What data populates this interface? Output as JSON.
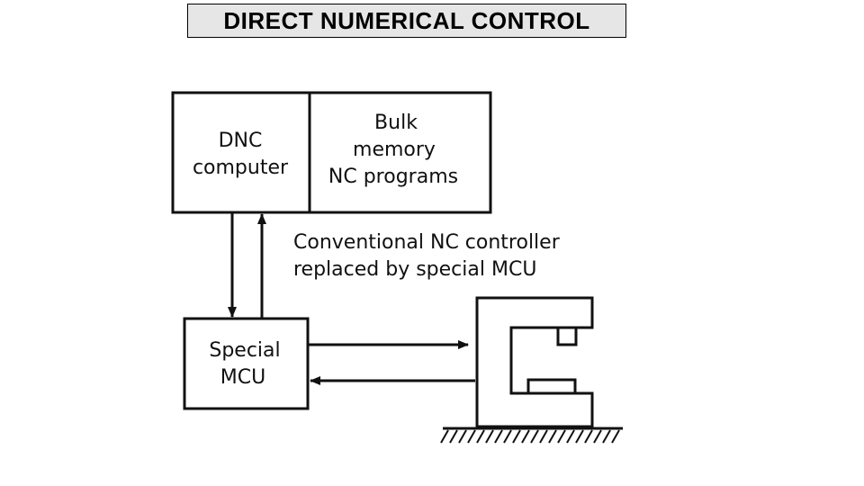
{
  "title": "DIRECT NUMERICAL CONTROL",
  "diagram": {
    "dnc_computer": [
      "DNC",
      "computer"
    ],
    "bulk_memory": [
      "Bulk",
      "memory",
      "NC programs"
    ],
    "special_mcu": [
      "Special",
      "MCU"
    ],
    "annotation": [
      "Conventional NC controller",
      "replaced by special MCU"
    ]
  }
}
